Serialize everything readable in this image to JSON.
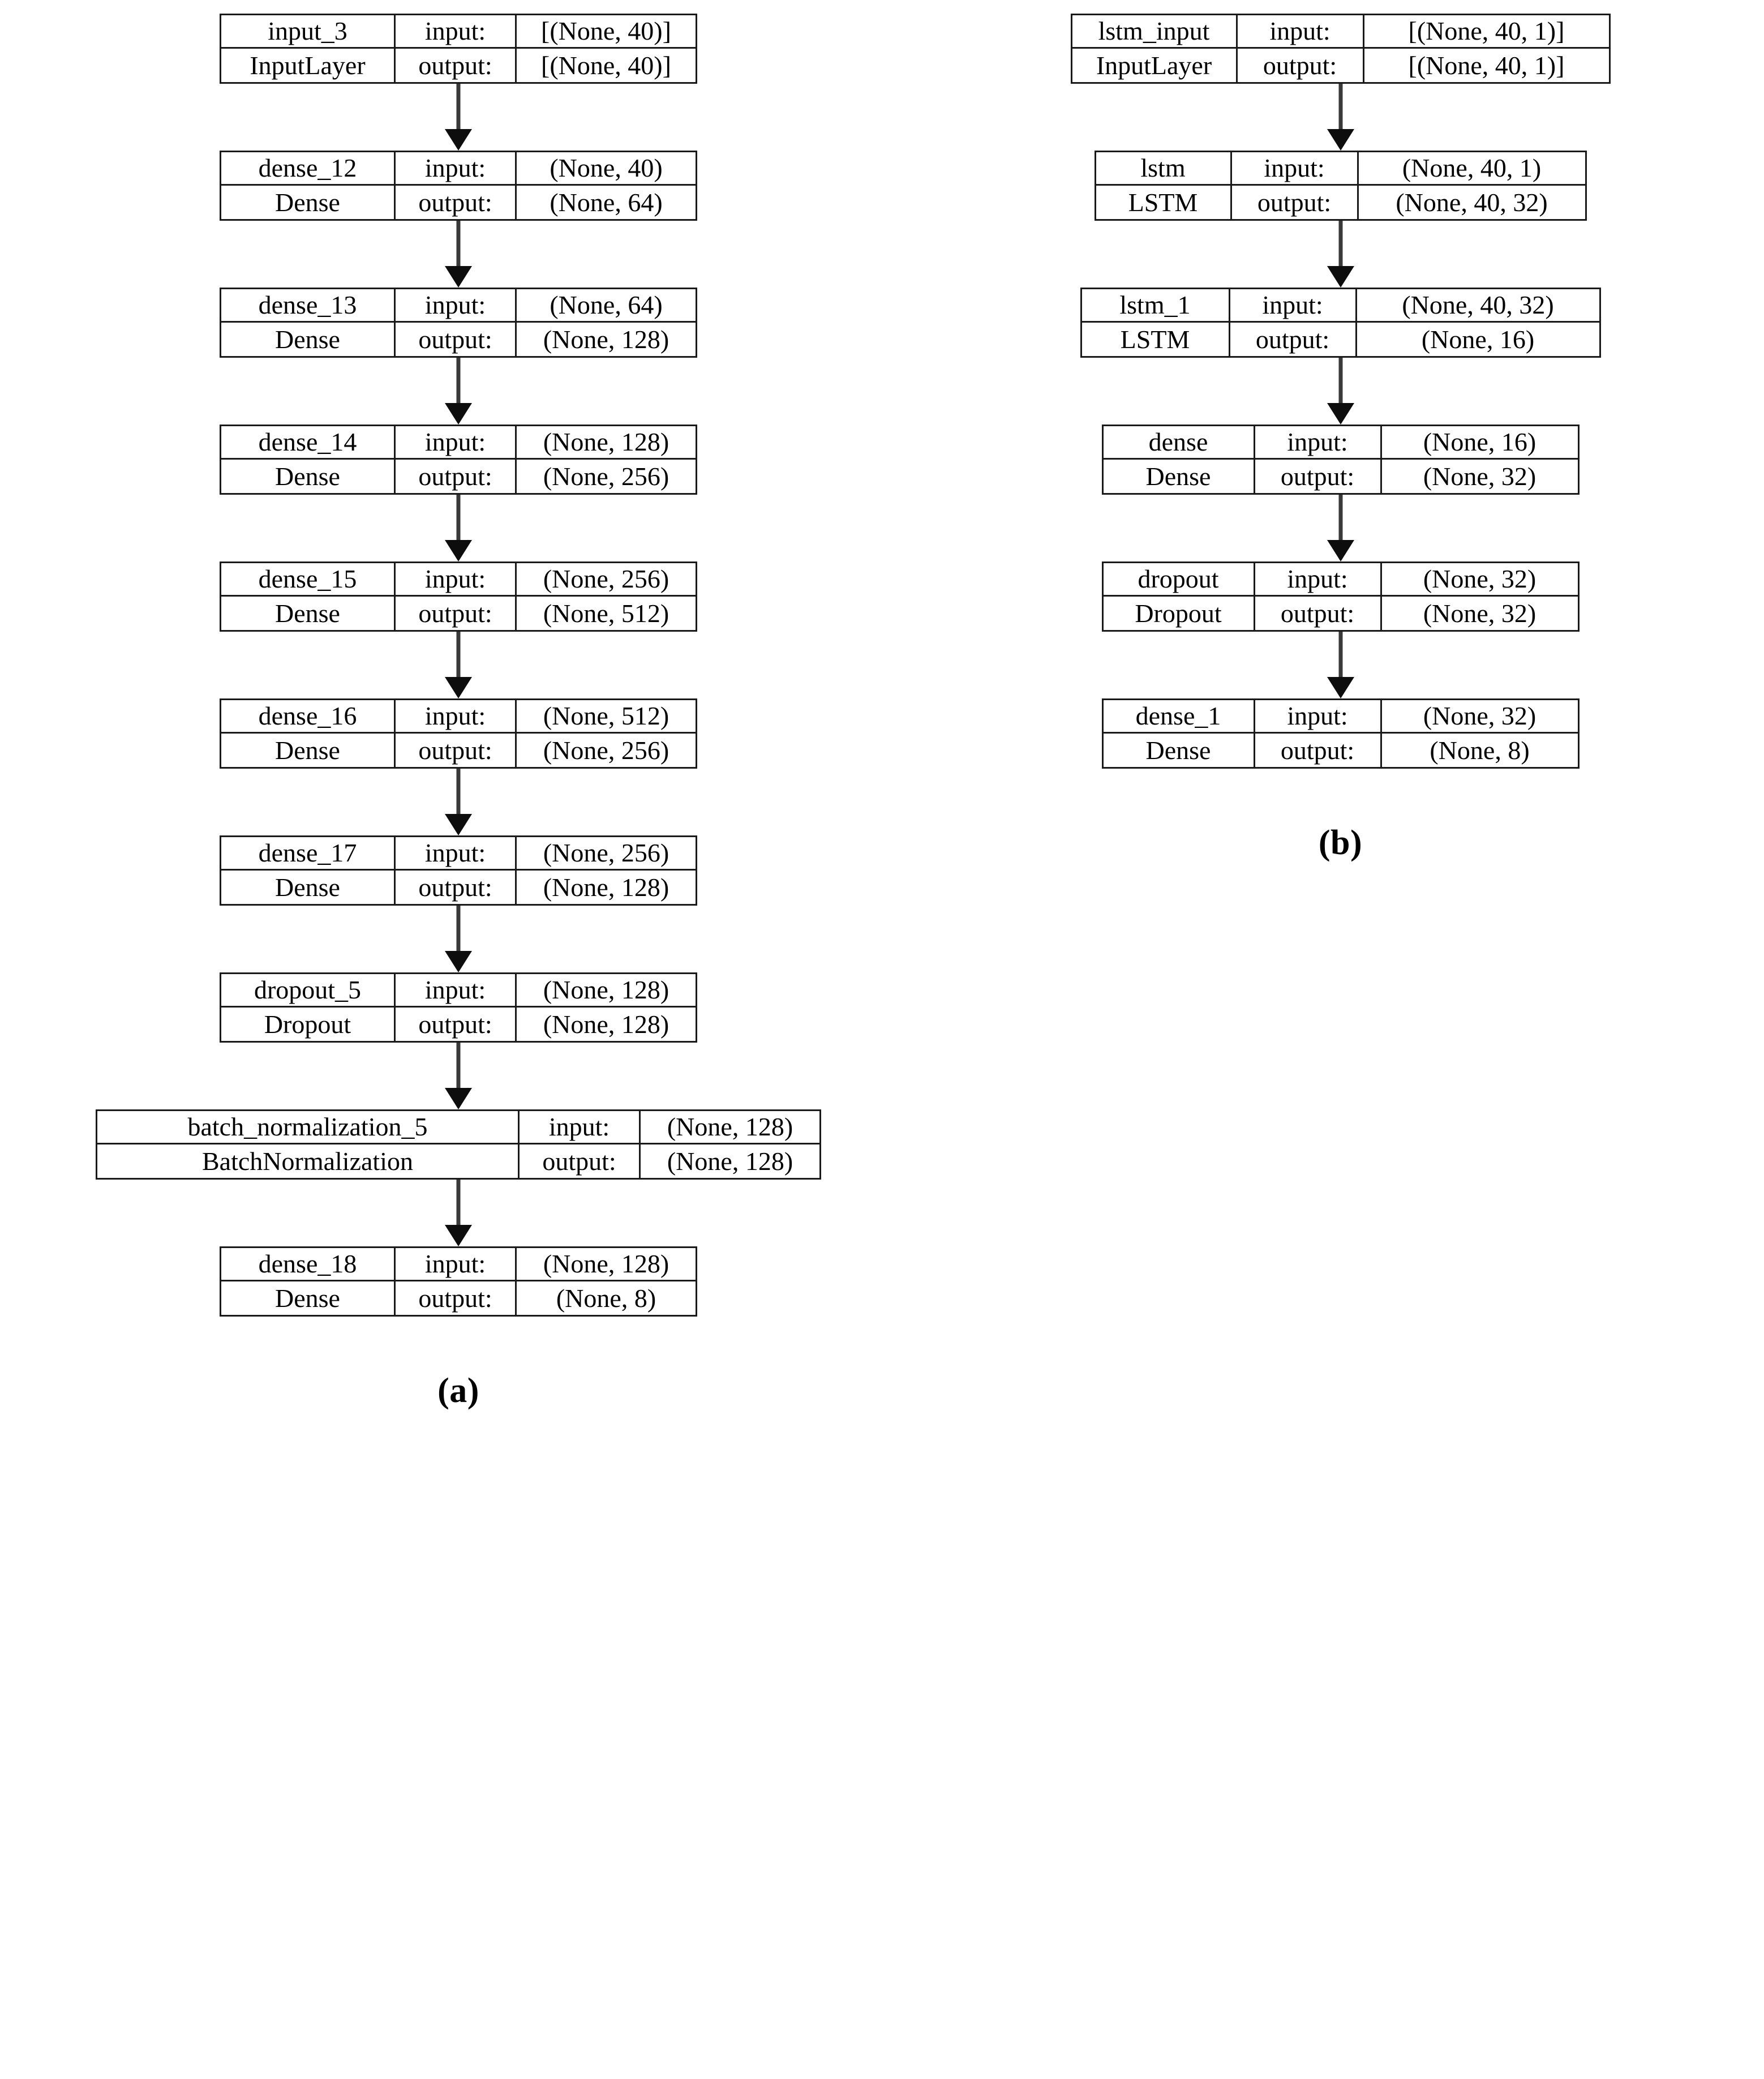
{
  "figure": {
    "panels": [
      {
        "id": "a",
        "caption": "(a)",
        "nodes": [
          {
            "name": "input_3",
            "type": "InputLayer",
            "input_label": "input:",
            "output_label": "output:",
            "input_shape": "[(None, 40)]",
            "output_shape": "[(None, 40)]"
          },
          {
            "name": "dense_12",
            "type": "Dense",
            "input_label": "input:",
            "output_label": "output:",
            "input_shape": "(None, 40)",
            "output_shape": "(None, 64)"
          },
          {
            "name": "dense_13",
            "type": "Dense",
            "input_label": "input:",
            "output_label": "output:",
            "input_shape": "(None, 64)",
            "output_shape": "(None, 128)"
          },
          {
            "name": "dense_14",
            "type": "Dense",
            "input_label": "input:",
            "output_label": "output:",
            "input_shape": "(None, 128)",
            "output_shape": "(None, 256)"
          },
          {
            "name": "dense_15",
            "type": "Dense",
            "input_label": "input:",
            "output_label": "output:",
            "input_shape": "(None, 256)",
            "output_shape": "(None, 512)"
          },
          {
            "name": "dense_16",
            "type": "Dense",
            "input_label": "input:",
            "output_label": "output:",
            "input_shape": "(None, 512)",
            "output_shape": "(None, 256)"
          },
          {
            "name": "dense_17",
            "type": "Dense",
            "input_label": "input:",
            "output_label": "output:",
            "input_shape": "(None, 256)",
            "output_shape": "(None, 128)"
          },
          {
            "name": "dropout_5",
            "type": "Dropout",
            "input_label": "input:",
            "output_label": "output:",
            "input_shape": "(None, 128)",
            "output_shape": "(None, 128)"
          },
          {
            "name": "batch_normalization_5",
            "type": "BatchNormalization",
            "input_label": "input:",
            "output_label": "output:",
            "input_shape": "(None, 128)",
            "output_shape": "(None, 128)"
          },
          {
            "name": "dense_18",
            "type": "Dense",
            "input_label": "input:",
            "output_label": "output:",
            "input_shape": "(None, 128)",
            "output_shape": "(None, 8)"
          }
        ]
      },
      {
        "id": "b",
        "caption": "(b)",
        "nodes": [
          {
            "name": "lstm_input",
            "type": "InputLayer",
            "input_label": "input:",
            "output_label": "output:",
            "input_shape": "[(None, 40, 1)]",
            "output_shape": "[(None, 40, 1)]"
          },
          {
            "name": "lstm",
            "type": "LSTM",
            "input_label": "input:",
            "output_label": "output:",
            "input_shape": "(None, 40, 1)",
            "output_shape": "(None, 40, 32)"
          },
          {
            "name": "lstm_1",
            "type": "LSTM",
            "input_label": "input:",
            "output_label": "output:",
            "input_shape": "(None, 40, 32)",
            "output_shape": "(None, 16)"
          },
          {
            "name": "dense",
            "type": "Dense",
            "input_label": "input:",
            "output_label": "output:",
            "input_shape": "(None, 16)",
            "output_shape": "(None, 32)"
          },
          {
            "name": "dropout",
            "type": "Dropout",
            "input_label": "input:",
            "output_label": "output:",
            "input_shape": "(None, 32)",
            "output_shape": "(None, 32)"
          },
          {
            "name": "dense_1",
            "type": "Dense",
            "input_label": "input:",
            "output_label": "output:",
            "input_shape": "(None, 32)",
            "output_shape": "(None, 8)"
          }
        ]
      }
    ],
    "colors": {
      "border": "#1a1a1a",
      "arrow": "#3a3a3a",
      "arrowhead": "#0d0d0d",
      "background": "#ffffff",
      "text": "#000000"
    }
  }
}
